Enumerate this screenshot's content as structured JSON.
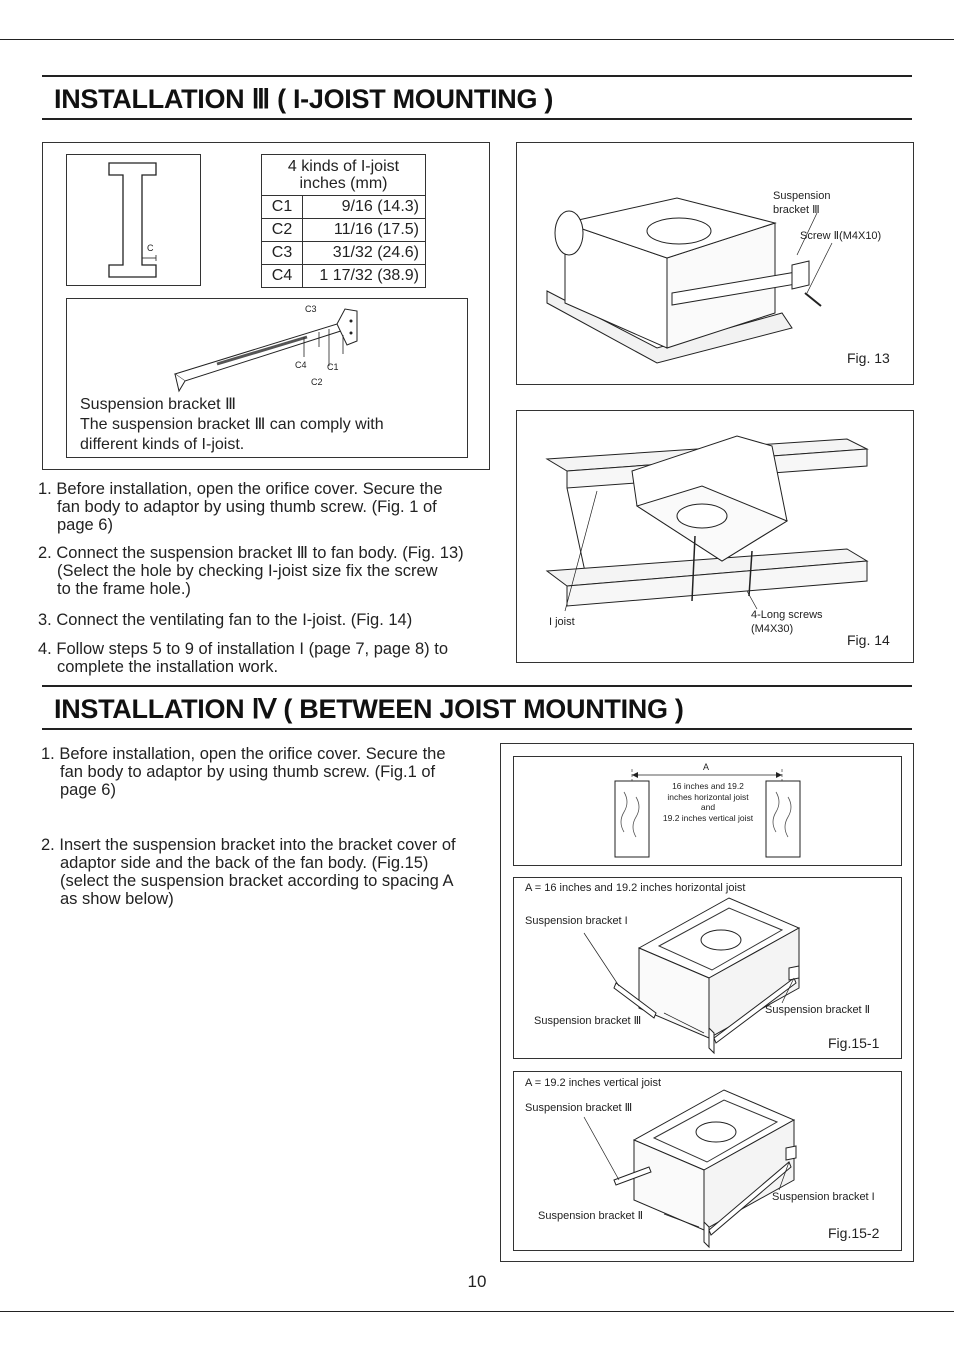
{
  "section3": {
    "title": "INSTALLATION Ⅲ ( I-JOIST MOUNTING )",
    "table": {
      "header_line1": "4 kinds of I-joist",
      "header_line2": "inches (mm)",
      "rows": [
        {
          "code": "C1",
          "value": "9/16 (14.3)"
        },
        {
          "code": "C2",
          "value": "11/16 (17.5)"
        },
        {
          "code": "C3",
          "value": "31/32 (24.6)"
        },
        {
          "code": "C4",
          "value": "1 17/32 (38.9)"
        }
      ]
    },
    "ibeam_label": "C",
    "bracket_labels": {
      "c1": "C1",
      "c2": "C2",
      "c3": "C3",
      "c4": "C4"
    },
    "bracket_caption_line1": "Suspension bracket Ⅲ",
    "bracket_caption_line2": "The suspension bracket Ⅲ can comply with",
    "bracket_caption_line3": "different kinds of I-joist.",
    "steps": [
      {
        "num": "1.",
        "lines": [
          "Before installation, open the orifice cover. Secure the",
          "fan body to adaptor by using thumb screw. (Fig. 1 of",
          "page 6)"
        ]
      },
      {
        "num": "2.",
        "lines": [
          "Connect the suspension bracket Ⅲ to fan body. (Fig. 13)",
          "(Select the hole by checking I-joist size fix the screw",
          "to the frame hole.)"
        ]
      },
      {
        "num": "3.",
        "lines": [
          "Connect the ventilating fan to the I-joist. (Fig. 14)"
        ]
      },
      {
        "num": "4.",
        "lines": [
          "Follow steps 5 to 9 of installation I (page 7, page 8) to",
          "complete the installation work."
        ]
      }
    ],
    "fig13": {
      "label": "Fig. 13",
      "bracket_line1": "Suspension",
      "bracket_line2": "bracket Ⅲ",
      "screw": "Screw Ⅱ(M4X10)"
    },
    "fig14": {
      "label": "Fig. 14",
      "ijoist": "I joist",
      "screws_line1": "4-Long screws",
      "screws_line2": "(M4X30)"
    }
  },
  "section4": {
    "title": "INSTALLATION Ⅳ ( BETWEEN JOIST MOUNTING )",
    "steps": [
      {
        "num": "1.",
        "lines": [
          "Before installation, open the orifice cover. Secure the",
          "fan body to adaptor by using thumb screw. (Fig.1 of",
          "page 6)"
        ]
      },
      {
        "num": "2.",
        "lines": [
          "Insert the suspension bracket into the bracket cover of",
          "adaptor side and the back of the fan body. (Fig.15)",
          "(select the suspension bracket according to spacing A",
          "as show below)"
        ]
      }
    ],
    "spacing": {
      "a_label": "A",
      "line1": "16 inches and 19.2",
      "line2": "inches horizontal joist",
      "line3": "and",
      "line4": "19.2 inches vertical joist"
    },
    "fig15_1": {
      "condition": "A = 16 inches and 19.2 inches horizontal joist",
      "bracket_1": "Suspension bracket I",
      "bracket_2": "Suspension bracket Ⅱ",
      "bracket_3": "Suspension bracket Ⅲ",
      "label": "Fig.15-1"
    },
    "fig15_2": {
      "condition": "A = 19.2 inches vertical joist",
      "bracket_3": "Suspension bracket Ⅲ",
      "bracket_1": "Suspension bracket I",
      "bracket_2": "Suspension bracket Ⅱ",
      "label": "Fig.15-2"
    }
  },
  "page_number": "10"
}
